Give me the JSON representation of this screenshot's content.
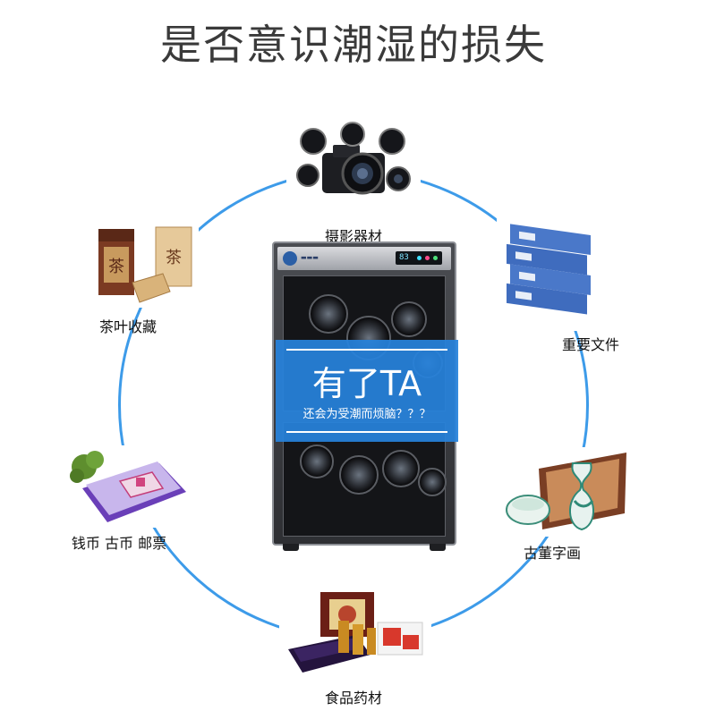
{
  "title": "是否意识潮湿的损失",
  "items": {
    "camera": "摄影器材",
    "files": "重要文件",
    "antique": "古董字画",
    "food": "食品药材",
    "coins": "钱币 古币 邮票",
    "tea": "茶叶收藏"
  },
  "cabinet": {
    "display": "83"
  },
  "banner": {
    "title": "有了TA",
    "subtitle": "还会为受潮而烦脑？？？"
  },
  "colors": {
    "ring": "#3d9be9",
    "banner": "#2782dc"
  }
}
